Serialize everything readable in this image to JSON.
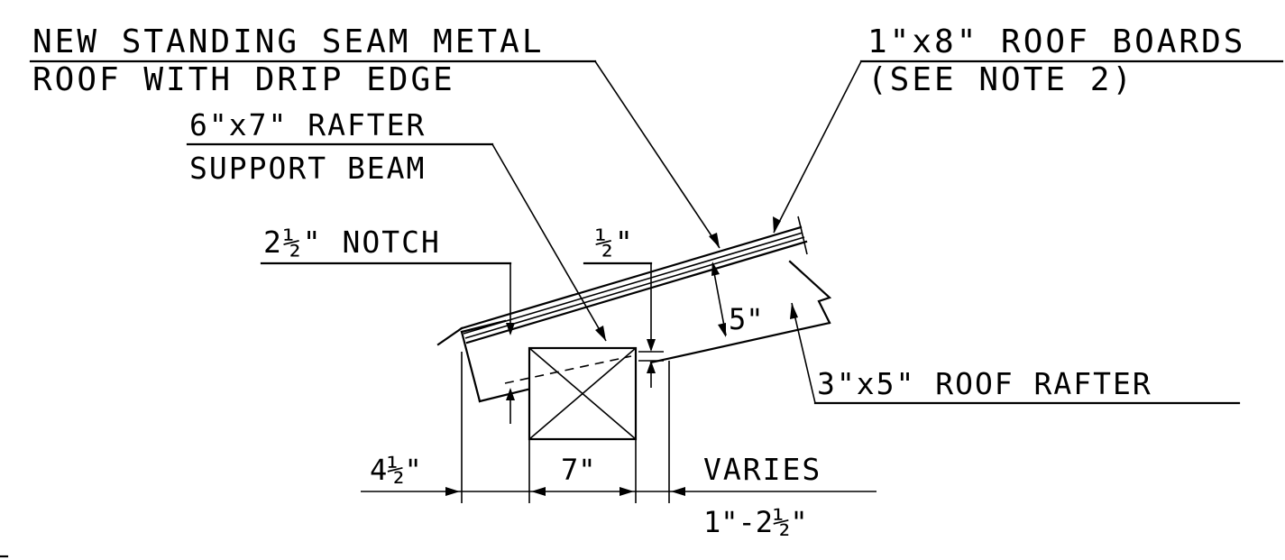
{
  "drawing": {
    "callouts": {
      "metal_roof_line1": "NEW STANDING SEAM METAL",
      "metal_roof_line2": "ROOF WITH DRIP EDGE",
      "roof_boards_line1": "1\"x8\" ROOF BOARDS",
      "roof_boards_line2": "(SEE NOTE 2)",
      "support_beam_line1": "6\"x7\" RAFTER",
      "support_beam_line2": "SUPPORT BEAM",
      "notch": "2½\" NOTCH",
      "roof_rafter": "3\"x5\" ROOF RAFTER"
    },
    "dimensions": {
      "half_inch": "½\"",
      "rafter_depth": "5\"",
      "left_offset": "4½\"",
      "beam_width": "7\"",
      "varies_label": "VARIES",
      "varies_range": "1\"-2½\""
    }
  }
}
